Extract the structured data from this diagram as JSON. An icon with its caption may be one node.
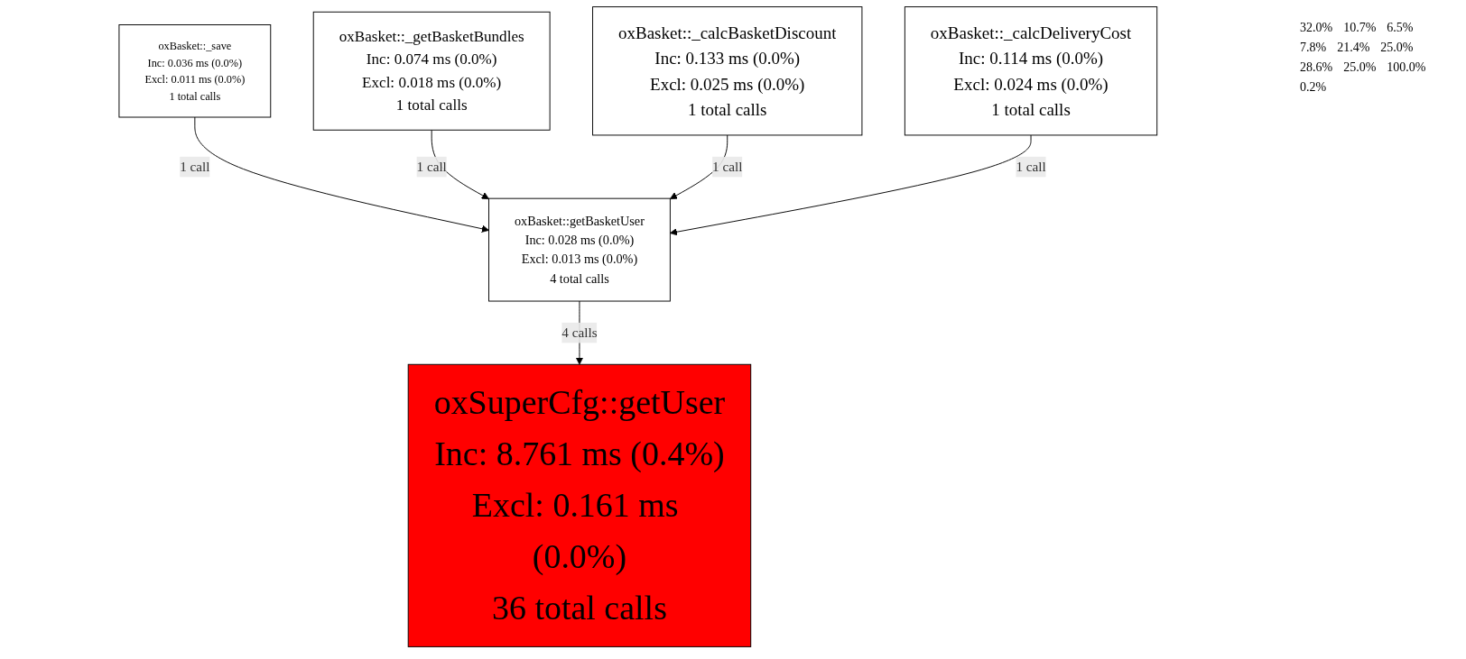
{
  "diagram": {
    "nodes": [
      {
        "text": [
          "oxBasket::_save",
          "Inc: 0.036 ms (0.0%)",
          "Excl: 0.011 ms (0.0%)",
          "1 total calls"
        ]
      },
      {
        "text": [
          "oxBasket::_getBasketBundles",
          "Inc: 0.074 ms (0.0%)",
          "Excl: 0.018 ms (0.0%)",
          "1 total calls"
        ]
      },
      {
        "text": [
          "oxBasket::_calcBasketDiscount",
          "Inc: 0.133 ms (0.0%)",
          "Excl: 0.025 ms (0.0%)",
          "1 total calls"
        ]
      },
      {
        "text": [
          "oxBasket::_calcDeliveryCost",
          "Inc: 0.114 ms (0.0%)",
          "Excl: 0.024 ms (0.0%)",
          "1 total calls"
        ]
      },
      {
        "text": [
          "oxBasket::getBasketUser",
          "Inc: 0.028 ms (0.0%)",
          "Excl: 0.013 ms (0.0%)",
          "4 total calls"
        ]
      },
      {
        "text": [
          "oxSuperCfg::getUser",
          "Inc: 8.761 ms (0.4%)",
          "Excl: 0.161 ms (0.0%)",
          "36 total calls"
        ]
      }
    ],
    "edges": [
      {
        "from": 0,
        "to": 4,
        "arrow": "to",
        "label": "1 call"
      },
      {
        "from": 1,
        "to": 4,
        "arrow": "to",
        "label": "1 call"
      },
      {
        "from": 2,
        "to": 4,
        "arrow": "to",
        "label": "1 call"
      },
      {
        "from": 3,
        "to": 4,
        "arrow": "to",
        "label": "1 call"
      },
      {
        "from": 4,
        "to": 5,
        "arrow": "to",
        "label": "4 calls"
      }
    ],
    "labels": [
      "32.0%",
      "10.7%",
      "6.5%",
      "7.8%",
      "21.4%",
      "25.0%",
      "28.6%",
      "25.0%",
      "100.0%",
      "0.2%"
    ]
  }
}
